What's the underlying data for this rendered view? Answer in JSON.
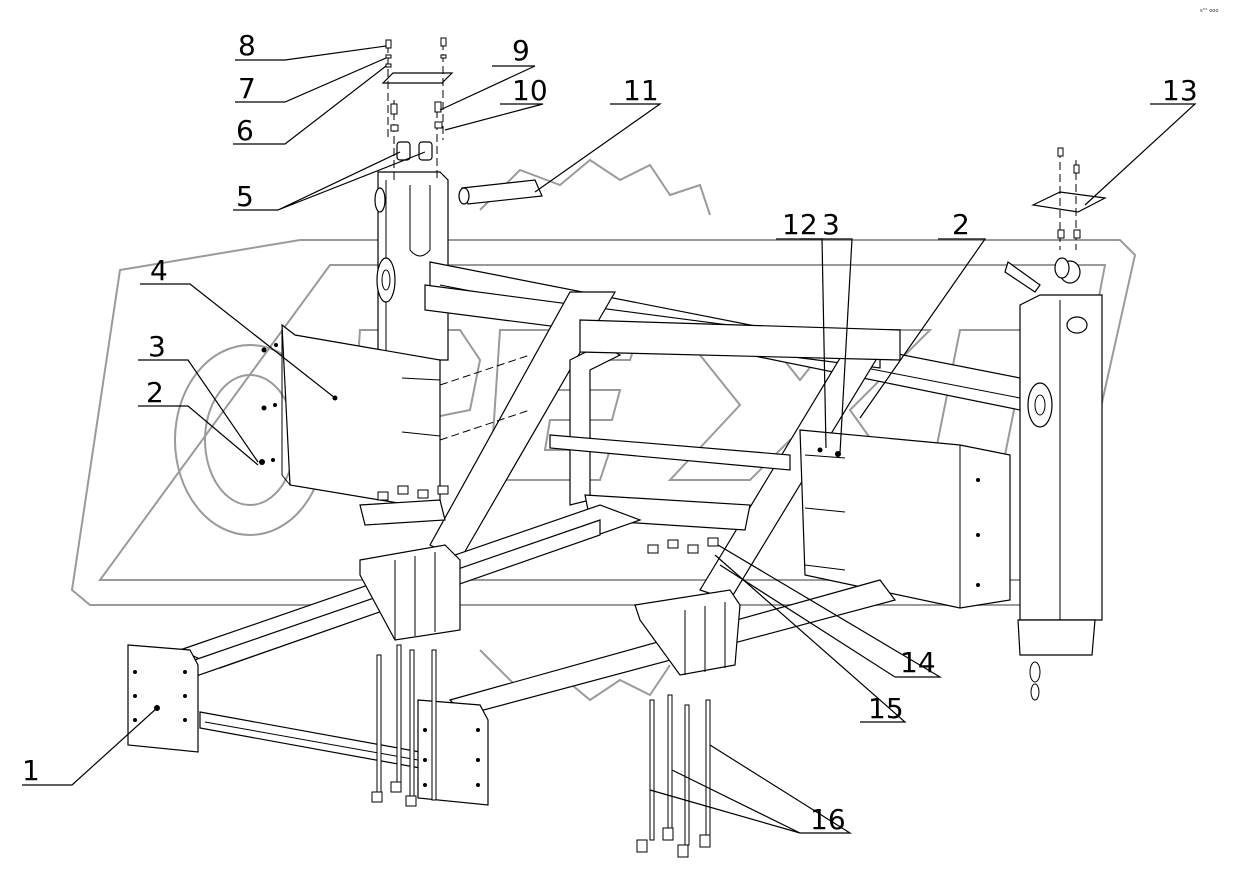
{
  "diagram": {
    "callouts": [
      {
        "id": "c1",
        "label": "1"
      },
      {
        "id": "c2a",
        "label": "2"
      },
      {
        "id": "c2b",
        "label": "2"
      },
      {
        "id": "c3a",
        "label": "3"
      },
      {
        "id": "c3b",
        "label": "3"
      },
      {
        "id": "c4",
        "label": "4"
      },
      {
        "id": "c5",
        "label": "5"
      },
      {
        "id": "c6",
        "label": "6"
      },
      {
        "id": "c7",
        "label": "7"
      },
      {
        "id": "c8",
        "label": "8"
      },
      {
        "id": "c9",
        "label": "9"
      },
      {
        "id": "c10",
        "label": "10"
      },
      {
        "id": "c11",
        "label": "11"
      },
      {
        "id": "c12",
        "label": "12"
      },
      {
        "id": "c13",
        "label": "13"
      },
      {
        "id": "c14",
        "label": "14"
      },
      {
        "id": "c15",
        "label": "15"
      },
      {
        "id": "c16",
        "label": "16"
      }
    ],
    "watermark": "OPEX",
    "corner_mark": "s°° ooo"
  }
}
